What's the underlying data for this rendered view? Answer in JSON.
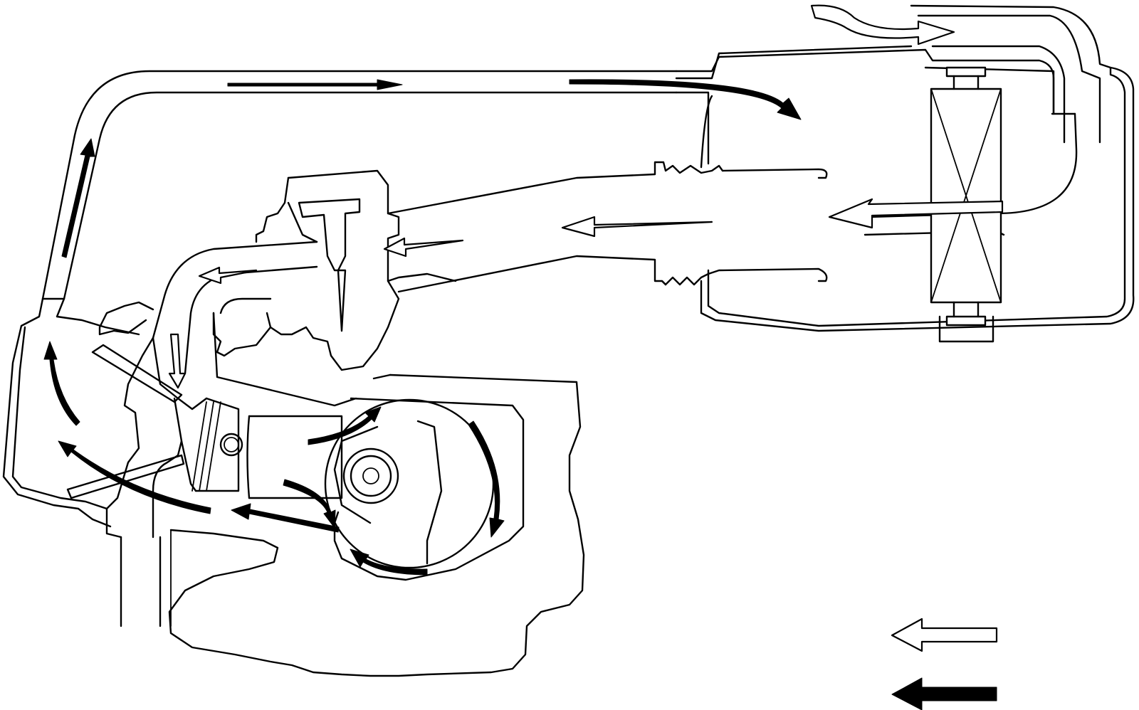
{
  "diagram": {
    "type": "engine-airflow-schematic",
    "text_labels": [],
    "colors": {
      "line": "#000000",
      "background": "#ffffff",
      "solid_arrow": "#000000",
      "hollow_arrow": "#ffffff"
    },
    "legend": {
      "placement": "bottom-right",
      "entries": [
        {
          "icon": "hollow-arrow-left-icon"
        },
        {
          "icon": "solid-arrow-left-icon"
        }
      ]
    },
    "components": [
      "air-filter-box",
      "air-filter-element",
      "intake-duct",
      "throttle-body",
      "fuel-injector",
      "intake-manifold",
      "cylinder-head",
      "piston",
      "crankcase",
      "crankshaft",
      "breather-hose",
      "engine-casing"
    ]
  }
}
